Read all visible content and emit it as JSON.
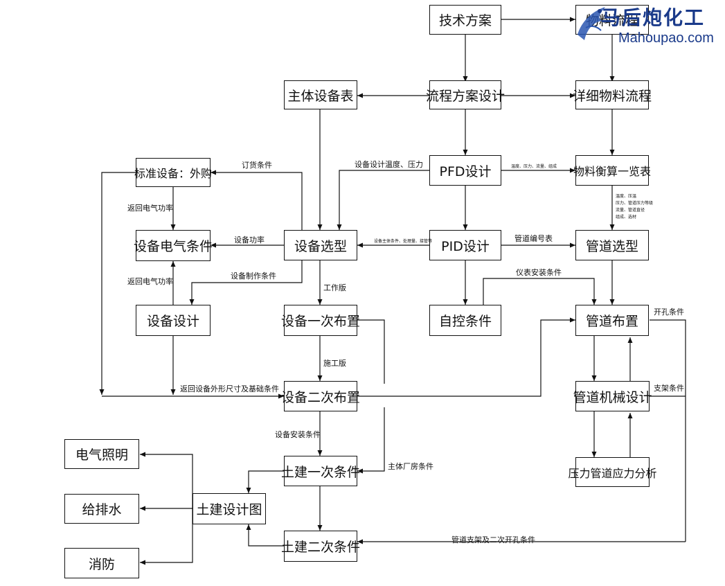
{
  "nodes": {
    "tech_plan": "技术方案",
    "material_flow": "物料流程",
    "main_equipment_list": "主体设备表",
    "process_design": "流程方案设计",
    "detailed_flow": "详细物料流程",
    "standard_equipment": "标准设备：外购",
    "pfd_design": "PFD设计",
    "material_balance": "物料衡算一览表",
    "equipment_electrical": "设备电气条件",
    "equipment_selection": "设备选型",
    "pid_design": "PID设计",
    "pipe_selection": "管道选型",
    "equipment_design": "设备设计",
    "equipment_layout_1": "设备一次布置",
    "auto_control": "自控条件",
    "pipe_layout": "管道布置",
    "equipment_layout_2": "设备二次布置",
    "pipe_mech_design": "管道机械设计",
    "electrical_lighting": "电气照明",
    "civil_1": "土建一次条件",
    "civil_design_drawing": "土建设计图",
    "pressure_stress": "压力管道应力分析",
    "water_drainage": "给排水",
    "civil_2": "土建二次条件",
    "fire_protection": "消防"
  },
  "labels": {
    "order_conditions": "订货条件",
    "design_temp_pressure": "设备设计温度、压力",
    "return_power_1": "返回电气功率",
    "return_power_2": "返回电气功率",
    "equipment_power": "设备功率",
    "manufacturing_conditions": "设备制作条件",
    "work_version": "工作版",
    "pipe_number_table": "管道编号表",
    "instrument_install": "仪表安装条件",
    "opening_conditions": "开孔条件",
    "construction_version": "施工版",
    "return_dimensions": "返回设备外形尺寸及基础条件",
    "support_conditions": "支架条件",
    "equipment_install": "设备安装条件",
    "main_plant_conditions": "主体厂房条件",
    "pipe_support_opening": "管道支架及二次开孔条件",
    "pfd_params": "温度、压力、流量、组成",
    "balance_params_1": "温度、压温",
    "balance_params_2": "压力、管道压力等级",
    "balance_params_3": "流量、管道直径",
    "balance_params_4": "组成、选材",
    "pid_params": "设备主体条件、处理量、接管等"
  },
  "logo": {
    "brand": "马后炮化工",
    "url": "Mahoupao.com"
  },
  "colors": {
    "line": "#111111",
    "logo": "#1a3a8a"
  }
}
